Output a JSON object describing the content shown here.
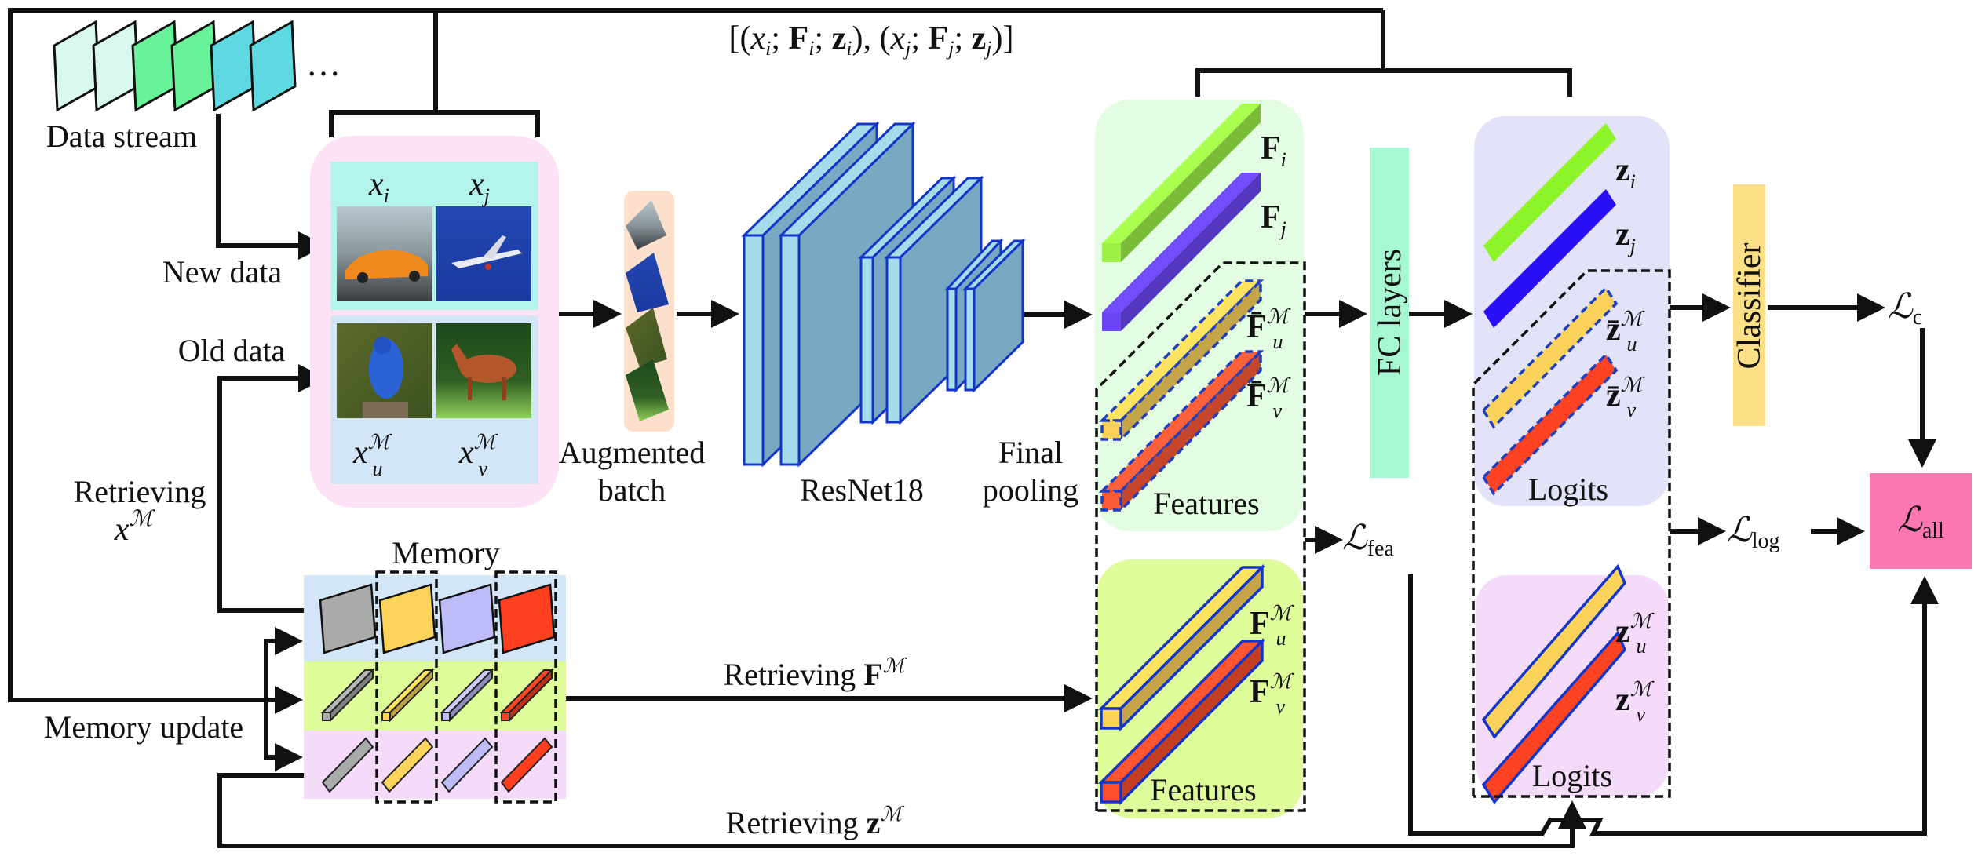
{
  "figure": {
    "data_stream_label": "Data stream",
    "ellipsis": "…",
    "new_data_label": "New data",
    "old_data_label": "Old data",
    "retrieving_x_label": "Retrieving",
    "retrieving_x_symbol": "x",
    "memory_symbol": "ℳ",
    "memory_label": "Memory",
    "memory_update_label": "Memory update",
    "augmented_batch_label_1": "Augmented",
    "augmented_batch_label_2": "batch",
    "resnet_label": "ResNet18",
    "final_pooling_label_1": "Final",
    "final_pooling_label_2": "pooling",
    "top_tuple_label": "[(x_i; F_i; z_i), (x_j; F_j; z_j)]",
    "retrieving_F_label": "Retrieving",
    "retrieving_F_symbol": "F",
    "retrieving_z_label": "Retrieving",
    "retrieving_z_symbol": "z",
    "features_label": "Features",
    "logits_label": "Logits",
    "fc_layers_label": "FC layers",
    "classifier_label": "Classifier",
    "loss_symbol": "ℒ",
    "loss_c_sub": "c",
    "loss_fea_sub": "fea",
    "loss_log_sub": "log",
    "loss_all_sub": "all"
  },
  "new_data": {
    "samples": [
      {
        "symbol": "x",
        "sub": "i",
        "content": "orange sports car"
      },
      {
        "symbol": "x",
        "sub": "j",
        "content": "airplane"
      }
    ]
  },
  "old_data": {
    "samples": [
      {
        "symbol": "x",
        "sub": "u",
        "sup": "ℳ",
        "content": "blue bird"
      },
      {
        "symbol": "x",
        "sub": "v",
        "sup": "ℳ",
        "content": "horse"
      }
    ]
  },
  "features_top": {
    "items": [
      {
        "symbol": "F",
        "sub": "i",
        "bar": "#9cf046"
      },
      {
        "symbol": "F",
        "sub": "j",
        "bar": "#6b47f5"
      },
      {
        "symbol": "F̄",
        "sub": "u",
        "sup": "ℳ",
        "bar": "#fbd35b"
      },
      {
        "symbol": "F̄",
        "sub": "v",
        "sup": "ℳ",
        "bar": "#fd5a36"
      }
    ]
  },
  "features_bottom": {
    "items": [
      {
        "symbol": "F",
        "sub": "u",
        "sup": "ℳ",
        "bar": "#fbd35b"
      },
      {
        "symbol": "F",
        "sub": "v",
        "sup": "ℳ",
        "bar": "#fd4f2c"
      }
    ]
  },
  "logits_top": {
    "items": [
      {
        "symbol": "z",
        "sub": "i",
        "bar": "#8ef42a"
      },
      {
        "symbol": "z",
        "sub": "j",
        "bar": "#2a10f7"
      },
      {
        "symbol": "z̄",
        "sub": "u",
        "sup": "ℳ",
        "bar": "#fbd35b"
      },
      {
        "symbol": "z̄",
        "sub": "v",
        "sup": "ℳ",
        "bar": "#fd4322"
      }
    ]
  },
  "logits_bottom": {
    "items": [
      {
        "symbol": "z",
        "sub": "u",
        "sup": "ℳ",
        "bar": "#fbd35b"
      },
      {
        "symbol": "z",
        "sub": "v",
        "sup": "ℳ",
        "bar": "#fd4322"
      }
    ]
  },
  "memory": {
    "columns": [
      {
        "color": "#a9abab",
        "highlighted": false
      },
      {
        "color": "#fcd35b",
        "highlighted": true
      },
      {
        "color": "#bdbbf8",
        "highlighted": false
      },
      {
        "color": "#fd3f1f",
        "highlighted": true
      }
    ],
    "rows": [
      "images",
      "features",
      "logits"
    ]
  },
  "data_stream": {
    "frame_colors": [
      "#daf9ee",
      "#daf9ee",
      "#68f29a",
      "#68f29a",
      "#5fd9e1",
      "#5fd9e1"
    ]
  },
  "colors": {
    "pink_panel": "#fde1f4",
    "new_data_panel": "#b3f4ed",
    "old_data_panel": "#d3e6f8",
    "augmented_panel": "#fde0cc",
    "resnet_front": "#a5dcec",
    "resnet_side": "#79a8c2",
    "resnet_edge": "#1436c8",
    "features_panel": "#e3fde3",
    "features_bottom_panel": "#dffc9b",
    "fc_layers": "#a6f8d3",
    "logits_panel": "#e2e3f8",
    "logits_bottom_panel": "#f4dbf9",
    "classifier": "#fbe088",
    "loss_all": "#fd78b2",
    "memory_row_images": "#d3e6f8",
    "memory_row_features": "#dffc9b",
    "memory_row_logits": "#f4dbf9"
  }
}
